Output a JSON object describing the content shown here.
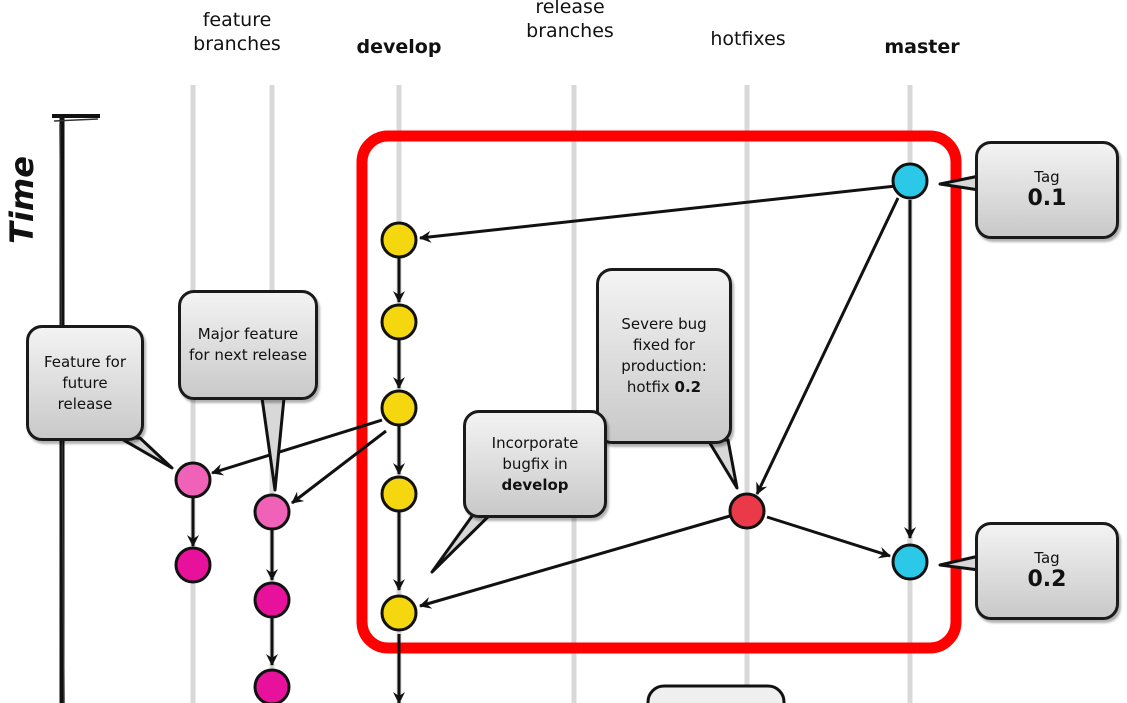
{
  "columns": {
    "feature": "feature\nbranches",
    "develop": "develop",
    "release": "release\nbranches",
    "hotfixes": "hotfixes",
    "master": "master"
  },
  "time_axis": "Time",
  "callouts": {
    "feature_future": "Feature for future release",
    "major_feature": "Major feature for next release",
    "severe_bug_prefix": "Severe bug fixed for production: hotfix",
    "severe_bug_version": "0.2",
    "incorporate_prefix": "Incorporate bugfix in",
    "incorporate_branch": "develop"
  },
  "tags": [
    {
      "label": "Tag",
      "version": "0.1"
    },
    {
      "label": "Tag",
      "version": "0.2"
    }
  ],
  "colors": {
    "develop_commit": "#f5d70f",
    "feature_commit_light": "#f062b8",
    "feature_commit": "#e8119c",
    "master_commit": "#2cc8e8",
    "hotfix_commit": "#ea3a4a",
    "highlight_box": "#ff0000",
    "lane": "#d6d6d6"
  }
}
